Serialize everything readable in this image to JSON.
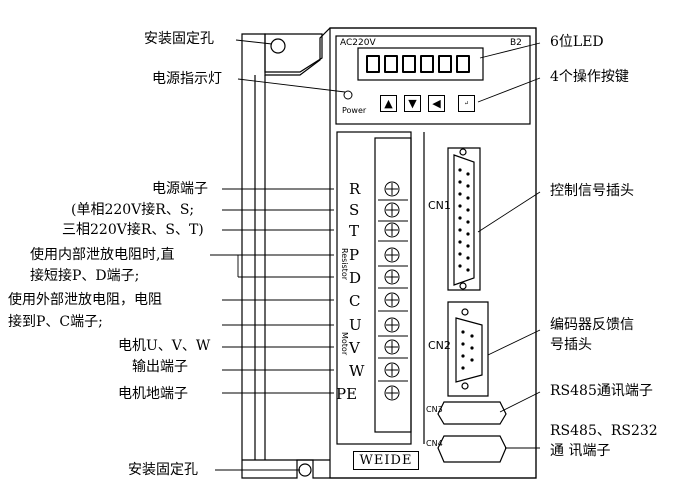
{
  "device": {
    "voltage_label": "AC220V",
    "model_label": "B2",
    "power_label": "Power",
    "brand": "WEIDE",
    "resistor_label": "Resistor",
    "motor_label": "Motor",
    "display_digits": 6
  },
  "terminals": [
    "R",
    "S",
    "T",
    "P",
    "D",
    "C",
    "U",
    "V",
    "W",
    "PE"
  ],
  "buttons": [
    "▲",
    "▼",
    "◀",
    "enter-icon"
  ],
  "connectors": [
    {
      "id": "cn1",
      "text": "CN1"
    },
    {
      "id": "cn2",
      "text": "CN2"
    },
    {
      "id": "cn3",
      "text": "CN3"
    },
    {
      "id": "cn4",
      "text": "CN4"
    }
  ],
  "labels_left": {
    "mount_top": "安装固定孔",
    "power_led": "电源指示灯",
    "power_terminal_1": "电源端子",
    "power_terminal_2": "(单相220V接R、S;",
    "power_terminal_3": "三相220V接R、S、T)",
    "internal_resistor_1": "使用内部泄放电阻时,直",
    "internal_resistor_2": "接短接P、D端子;",
    "external_resistor_1": "使用外部泄放电阻，电阻",
    "external_resistor_2": "接到P、C端子;",
    "motor_output_1": "电机U、V、W",
    "motor_output_2": "输出端子",
    "motor_ground": "电机地端子",
    "mount_bottom": "安装固定孔"
  },
  "labels_right": {
    "led": "6位LED",
    "keys": "4个操作按键",
    "control_signal": "控制信号插头",
    "encoder_1": "编码器反馈信",
    "encoder_2": "号插头",
    "rs485": "RS485通讯端子",
    "rs485_232_1": "RS485、RS232",
    "rs485_232_2": "通 讯端子"
  }
}
